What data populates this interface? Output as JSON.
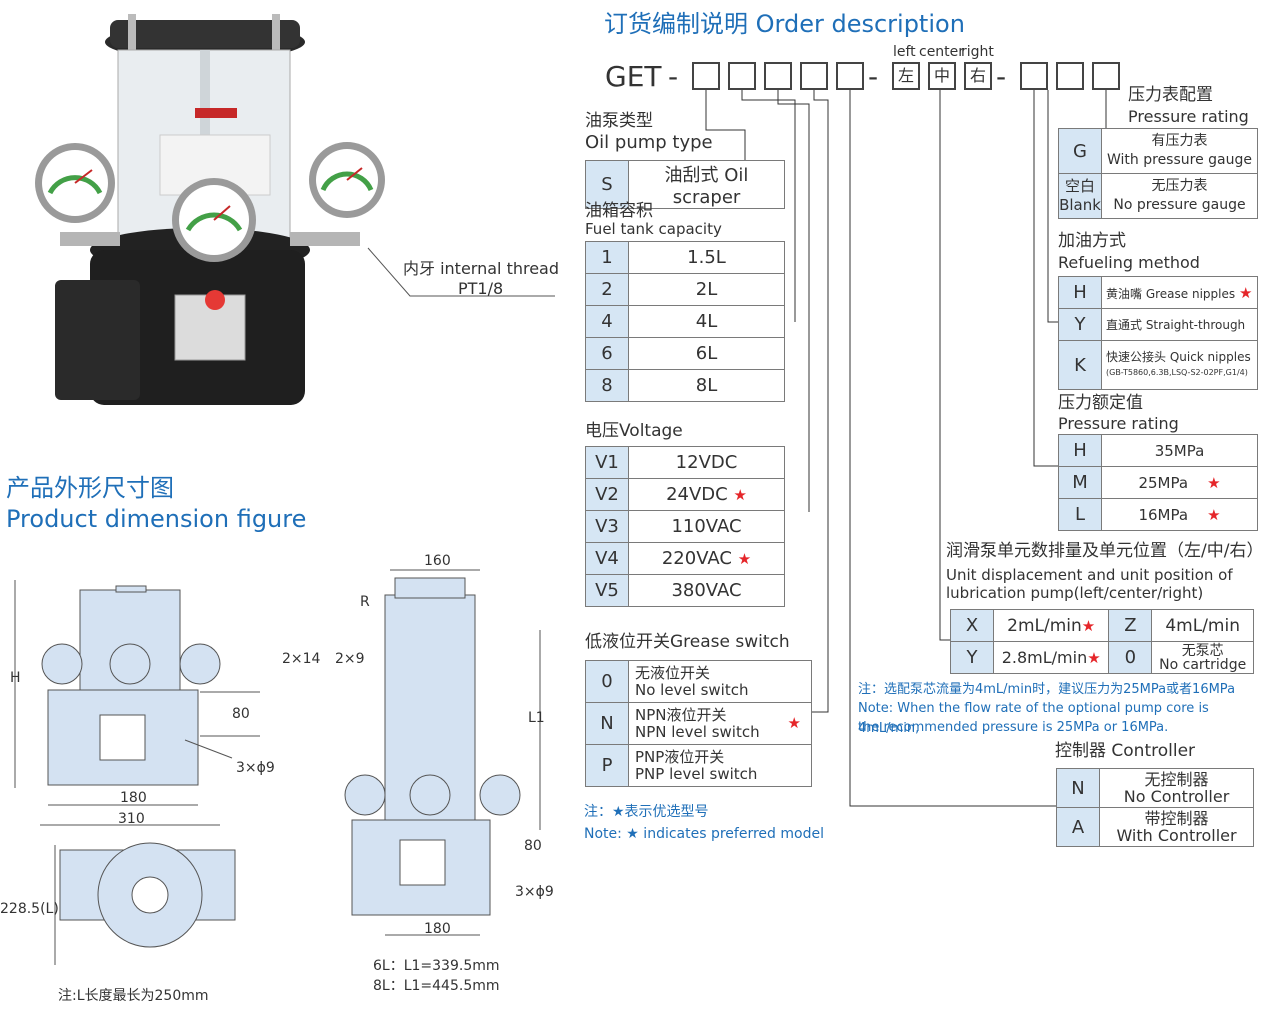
{
  "product_photo": {
    "thread_label": "内牙 internal thread",
    "thread_spec": "PT1/8"
  },
  "dimension": {
    "title_cn": "产品外形尺寸图",
    "title_en": "Product dimension figure",
    "front": {
      "h": "H",
      "d80": "80",
      "holes": "3×ϕ9",
      "w180": "180",
      "w310": "310"
    },
    "top": {
      "l": "228.5(L)",
      "note": "注:L长度最长为250mm"
    },
    "side": {
      "w160": "160",
      "r": "R",
      "a14": "2×14",
      "a9": "2×9",
      "l1": "L1",
      "d80": "80",
      "holes": "3×ϕ9",
      "w180": "180",
      "l1_6": "6L：L1=339.5mm",
      "l1_8": "8L：L1=445.5mm"
    }
  },
  "order": {
    "title": "订货编制说明 Order description",
    "code_prefix": "GET",
    "positions": [
      "left",
      "center",
      "right"
    ],
    "pos_cn": [
      "左",
      "中",
      "右"
    ],
    "pump_type": {
      "cn": "油泵类型",
      "en": "Oil pump type",
      "code": "S",
      "value": "油刮式 Oil scraper"
    },
    "tank": {
      "cn": "油箱容积",
      "en": "Fuel tank capacity",
      "rows": [
        {
          "c": "1",
          "v": "1.5L"
        },
        {
          "c": "2",
          "v": "2L"
        },
        {
          "c": "4",
          "v": "4L"
        },
        {
          "c": "6",
          "v": "6L"
        },
        {
          "c": "8",
          "v": "8L"
        }
      ]
    },
    "voltage": {
      "cn": "电压",
      "en": "Voltage",
      "rows": [
        {
          "c": "V1",
          "v": "12VDC"
        },
        {
          "c": "V2",
          "v": "24VDC"
        },
        {
          "c": "V3",
          "v": "110VAC"
        },
        {
          "c": "V4",
          "v": "220VAC"
        },
        {
          "c": "V5",
          "v": "380VAC"
        }
      ]
    },
    "grease": {
      "title": "低液位开关Grease switch",
      "rows": [
        {
          "c": "0",
          "cn": "无液位开关",
          "en": "No level switch"
        },
        {
          "c": "N",
          "cn": "NPN液位开关",
          "en": "NPN level switch"
        },
        {
          "c": "P",
          "cn": "PNP液位开关",
          "en": "PNP level switch"
        }
      ]
    },
    "note1_cn": "注：★表示优选型号",
    "note1_en": "Note: ★ indicates preferred model",
    "gauge": {
      "cn": "压力表配置",
      "en": "Pressure rating",
      "rows": [
        {
          "c": "G",
          "cn": "有压力表",
          "en": "With pressure gauge"
        },
        {
          "c": "空白",
          "c2": "Blank",
          "cn": "无压力表",
          "en": "No pressure gauge"
        }
      ]
    },
    "refuel": {
      "cn": "加油方式",
      "en": "Refueling method",
      "rows": [
        {
          "c": "H",
          "v": "黄油嘴 Grease nipples"
        },
        {
          "c": "Y",
          "v": "直通式 Straight-through"
        },
        {
          "c": "K",
          "v": "快速公接头 Quick nipples",
          "sub": "(GB-T5860,6.3B,LSQ-S2-02PF,G1/4)"
        }
      ]
    },
    "prating": {
      "cn": "压力额定值",
      "en": "Pressure rating",
      "rows": [
        {
          "c": "H",
          "v": "35MPa"
        },
        {
          "c": "M",
          "v": "25MPa"
        },
        {
          "c": "L",
          "v": "16MPa"
        }
      ]
    },
    "unit": {
      "cn": "润滑泵单元数排量及单元位置（左/中/右）",
      "en1": "Unit displacement and unit position of",
      "en2": "lubrication pump(left/center/right)",
      "rows": [
        {
          "c": "X",
          "v": "2mL/min",
          "c2": "Z",
          "v2": "4mL/min"
        },
        {
          "c": "Y",
          "v": "2.8mL/min",
          "c2": "0",
          "v2": "无泵芯",
          "v2b": "No cartridge"
        }
      ]
    },
    "note2_cn": "注：选配泵芯流量为4mL/min时，建议压力为25MPa或者16MPa",
    "note2_en1": "Note: When the flow rate of the optional pump core is 4mL/min,",
    "note2_en2": "the recommended pressure is 25MPa or 16MPa.",
    "controller": {
      "title": "控制器 Controller",
      "rows": [
        {
          "c": "N",
          "cn": "无控制器",
          "en": "No Controller"
        },
        {
          "c": "A",
          "cn": "带控制器",
          "en": "With Controller"
        }
      ]
    },
    "star": "★",
    "colors": {
      "accent": "#1f6fb8",
      "cell": "#d6e6f4",
      "star": "#e5262a"
    }
  }
}
